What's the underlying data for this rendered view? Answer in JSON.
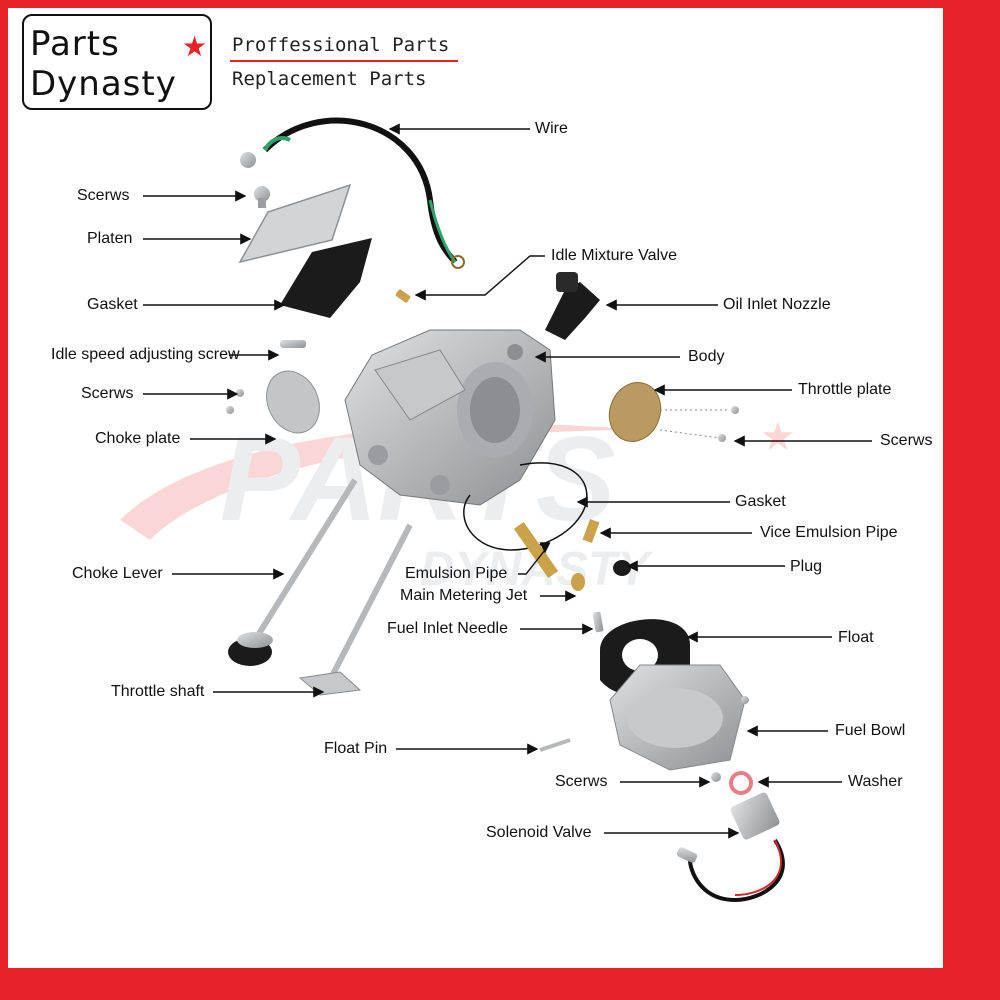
{
  "brand": {
    "logo_line1": "Parts",
    "logo_line2": "Dynasty",
    "tagline1": "Proffessional Parts",
    "tagline2": "Replacement Parts",
    "watermark_main": "PARTS",
    "watermark_sub": "DYNASTY"
  },
  "colors": {
    "border": "#e8222a",
    "ink": "#111111",
    "metal": "#b9bcbf",
    "rubber": "#1b1b1b",
    "brass": "#c9a24a",
    "wire_green": "#2fa36b",
    "wire_red": "#cc2a2a"
  },
  "labels": {
    "wire": "Wire",
    "scerws_top": "Scerws",
    "platen": "Platen",
    "idle_mixture_valve": "Idle Mixture Valve",
    "gasket_top": "Gasket",
    "oil_inlet_nozzle": "Oil Inlet Nozzle",
    "idle_speed_screw": "Idle speed adjusting screw",
    "body": "Body",
    "scerws_left": "Scerws",
    "throttle_plate": "Throttle plate",
    "choke_plate": "Choke plate",
    "scerws_right": "Scerws",
    "gasket_mid": "Gasket",
    "vice_emulsion_pipe": "Vice Emulsion Pipe",
    "choke_lever": "Choke Lever",
    "emulsion_pipe": "Emulsion Pipe",
    "plug": "Plug",
    "main_metering_jet": "Main Metering Jet",
    "fuel_inlet_needle": "Fuel Inlet Needle",
    "float": "Float",
    "throttle_shaft": "Throttle shaft",
    "fuel_bowl": "Fuel Bowl",
    "float_pin": "Float Pin",
    "scerws_bottom": "Scerws",
    "washer": "Washer",
    "solenoid_valve": "Solenoid Valve"
  }
}
